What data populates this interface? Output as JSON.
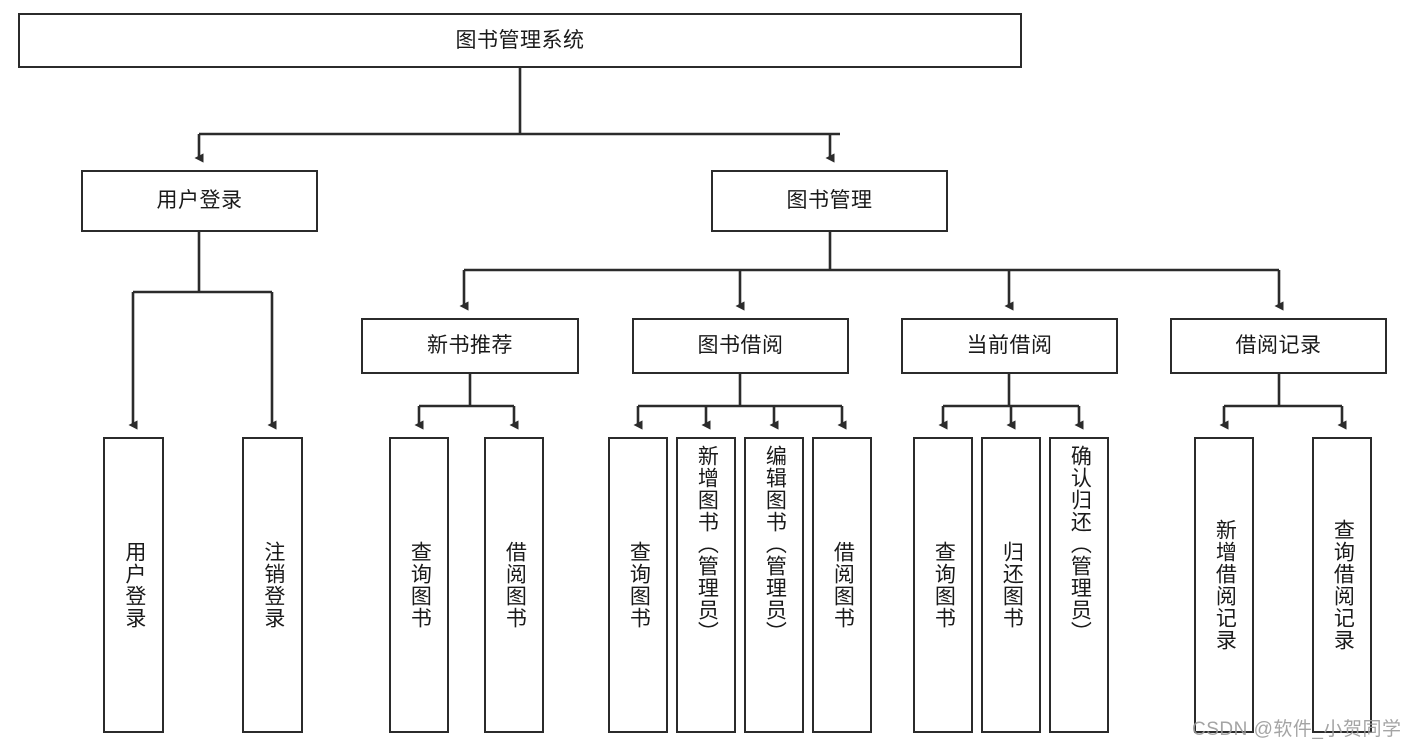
{
  "diagram": {
    "title": "图书管理系统",
    "type": "hierarchy-tree",
    "theme": {
      "background": "#ffffff",
      "box_border": "#2b2b2b",
      "box_fill": "#ffffff",
      "text": "#1a1a1a",
      "edge": "#2b2b2b",
      "watermark": "#9b9b9b"
    },
    "root": {
      "label": "图书管理系统"
    },
    "level2": [
      {
        "label": "用户登录"
      },
      {
        "label": "图书管理"
      }
    ],
    "level3": [
      {
        "label": "新书推荐"
      },
      {
        "label": "图书借阅"
      },
      {
        "label": "当前借阅"
      },
      {
        "label": "借阅记录"
      }
    ],
    "leaves": {
      "user_login": [
        {
          "label": "用户登录"
        },
        {
          "label": "注销登录"
        }
      ],
      "new_book_recommend": [
        {
          "label": "查询图书"
        },
        {
          "label": "借阅图书"
        }
      ],
      "book_borrow": [
        {
          "label": "查询图书"
        },
        {
          "label": "新增图书（管理员）"
        },
        {
          "label": "编辑图书（管理员）"
        },
        {
          "label": "借阅图书"
        }
      ],
      "current_borrow": [
        {
          "label": "查询图书"
        },
        {
          "label": "归还图书"
        },
        {
          "label": "确认归还（管理员）"
        }
      ],
      "borrow_record": [
        {
          "label": "新增借阅记录"
        },
        {
          "label": "查询借阅记录"
        }
      ]
    },
    "watermark": "CSDN @软件_小贺同学"
  }
}
